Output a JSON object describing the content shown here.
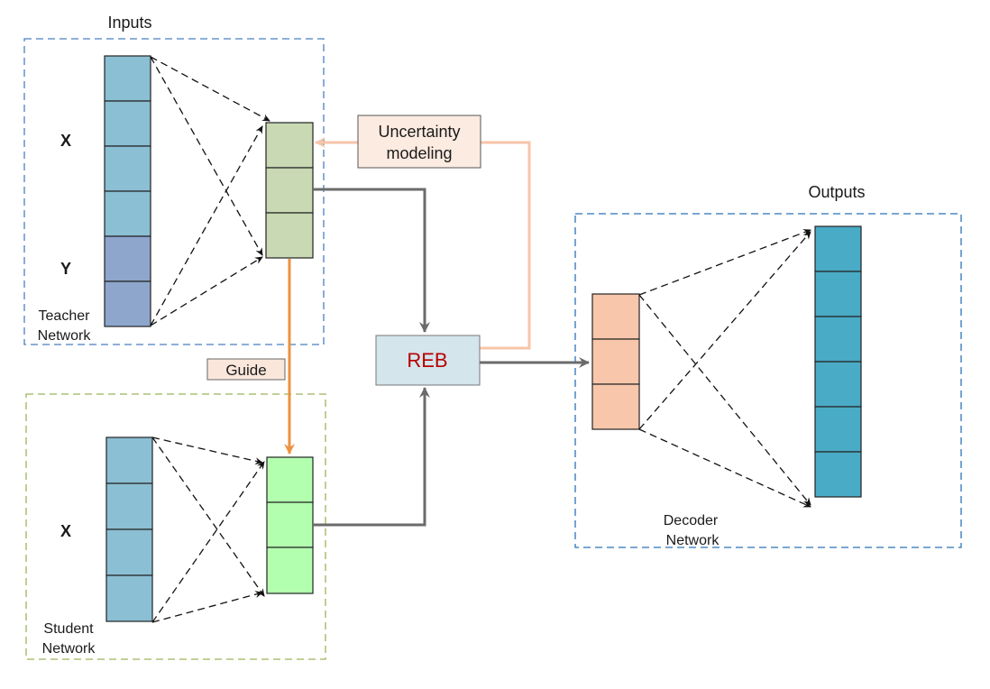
{
  "labels": {
    "inputs": "Inputs",
    "outputs": "Outputs",
    "x_teacher": "X",
    "y_teacher": "Y",
    "x_student": "X",
    "teacher_line1": "Teacher",
    "teacher_line2": "Network",
    "student_line1": "Student",
    "student_line2": "Network",
    "decoder_line1": "Decoder",
    "decoder_line2": "Network",
    "uncertainty_line1": "Uncertainty",
    "uncertainty_line2": "modeling",
    "guide": "Guide",
    "reb": "REB"
  },
  "colors": {
    "teacher_region_border": "#4a7fc0",
    "student_region_border": "#9bb55a",
    "decoder_region_border": "#2a72b8",
    "teacher_x_cells": "#8bbfd3",
    "teacher_y_cells": "#8ea6cc",
    "teacher_hidden": "#c8d9b3",
    "student_input": "#8bbfd3",
    "student_hidden": "#b3ffb0",
    "decoder_latent": "#f8c7ab",
    "decoder_output": "#4aabc6",
    "reb_fill": "#d4e5ec",
    "reb_text": "#b80000",
    "uncertainty_fill": "#fcebe1",
    "uncertainty_line": "#f7c4a9",
    "guide_fill": "#fbe6dc",
    "guide_arrow": "#ee9140",
    "main_arrow": "#6b6b6b"
  }
}
